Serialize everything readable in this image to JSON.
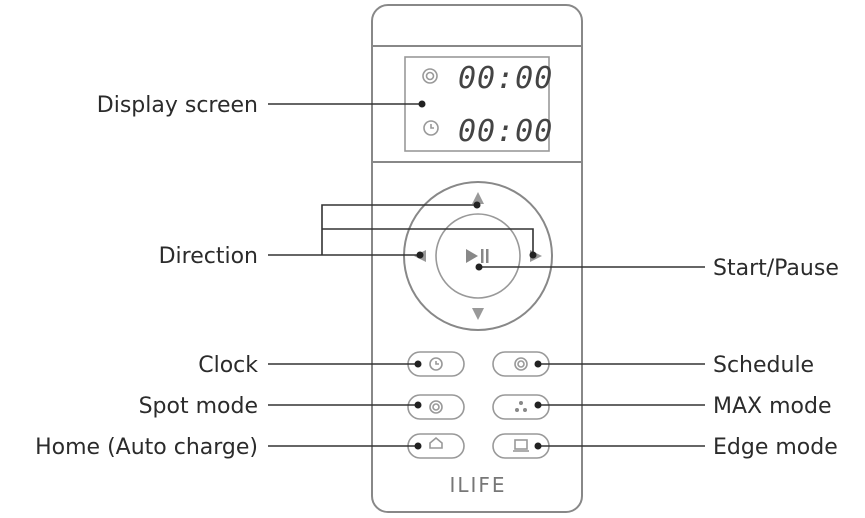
{
  "callouts": {
    "display_screen": "Display screen",
    "direction": "Direction",
    "start_pause": "Start/Pause",
    "clock": "Clock",
    "schedule": "Schedule",
    "spot_mode": "Spot mode",
    "max_mode": "MAX mode",
    "home": "Home (Auto charge)",
    "edge_mode": "Edge mode"
  },
  "display": {
    "schedule_time": "00:00",
    "clock_time": "00:00"
  },
  "brand": "ILIFE",
  "icons": {
    "schedule": "schedule-icon",
    "clock": "clock-icon",
    "play_pause": "play-pause-icon",
    "spot": "spiral-icon",
    "max": "fan-icon",
    "home": "house-icon",
    "edge": "edge-icon"
  }
}
